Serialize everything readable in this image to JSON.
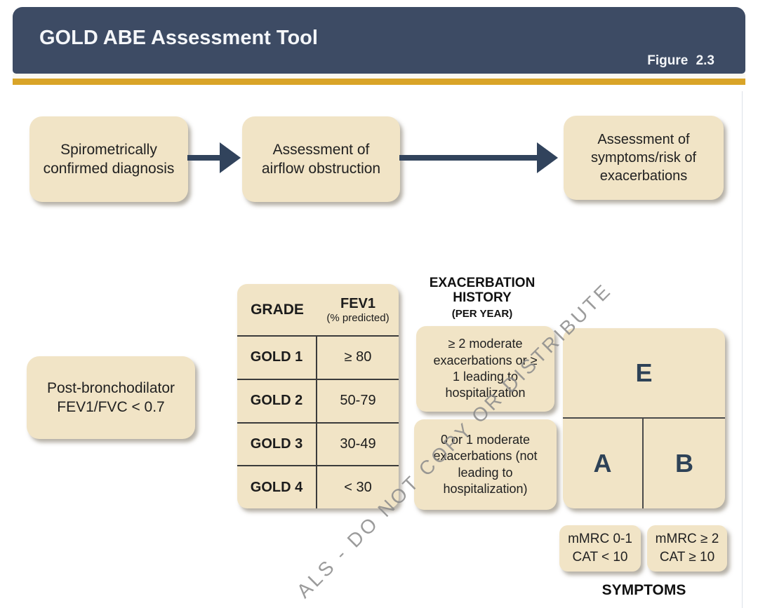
{
  "header": {
    "title": "GOLD ABE Assessment Tool",
    "figure_label": "Figure 2.3"
  },
  "flow": {
    "step1": "Spirometrically confirmed diagnosis",
    "step2": "Assessment of airflow obstruction",
    "step3": "Assessment of symptoms/risk of exacerbations"
  },
  "post_bronchodilator": "Post-bronchodilator FEV1/FVC < 0.7",
  "grade_table": {
    "col1_header": "GRADE",
    "col2_header": "FEV1",
    "col2_subheader": "(% predicted)",
    "rows": [
      {
        "grade": "GOLD 1",
        "fev1": "≥ 80"
      },
      {
        "grade": "GOLD 2",
        "fev1": "50-79"
      },
      {
        "grade": "GOLD 3",
        "fev1": "30-49"
      },
      {
        "grade": "GOLD 4",
        "fev1": "< 30"
      }
    ]
  },
  "exacerbation": {
    "heading_line1": "EXACERBATION",
    "heading_line2": "HISTORY",
    "heading_line3": "(PER YEAR)",
    "high_risk": "≥ 2 moderate exacerbations or ≥ 1 leading to hospitalization",
    "low_risk": "0 or 1 moderate exacerbations (not leading to hospitalization)"
  },
  "groups": {
    "e": "E",
    "a": "A",
    "b": "B"
  },
  "symptoms": {
    "low_line1": "mMRC 0-1",
    "low_line2": "CAT < 10",
    "high_line1": "mMRC ≥ 2",
    "high_line2": "CAT ≥ 10",
    "label": "SYMPTOMS"
  },
  "watermark": "ALS - DO NOT COPY OR DISTRIBUTE",
  "colors": {
    "header_navy": "#3d4b64",
    "gold_bar": "#d9a428",
    "box_beige": "#f1e4c6",
    "arrow_navy": "#31435c",
    "group_letter_navy": "#2e4257",
    "watermark_gray": "#8a8a8a"
  }
}
